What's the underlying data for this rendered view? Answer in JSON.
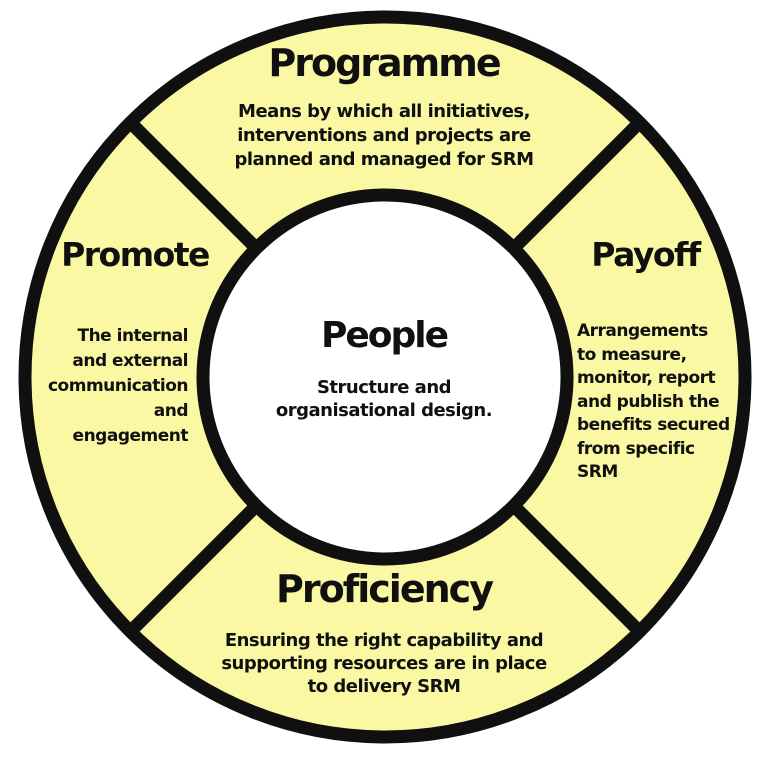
{
  "colors": {
    "segment_fill": "#FAF8A2",
    "center_fill": "#FFFFFF",
    "outline": "#101010",
    "background": "#FFFFFF",
    "text": "#101010"
  },
  "diagram": {
    "center": {
      "heading": "People",
      "lines": [
        "Structure and",
        "organisational design."
      ]
    },
    "segments": {
      "top": {
        "heading": "Programme",
        "lines": [
          "Means by which all initiatives,",
          "interventions and projects are",
          "planned and managed for SRM"
        ]
      },
      "right": {
        "heading": "Payoff",
        "lines": [
          "Arrangements",
          "to measure,",
          "monitor, report",
          "and publish the",
          "benefits secured",
          "from specific",
          "SRM"
        ]
      },
      "bottom": {
        "heading": "Proficiency",
        "lines": [
          "Ensuring the right capability and",
          "supporting resources are in place",
          "to delivery SRM"
        ]
      },
      "left": {
        "heading": "Promote",
        "lines": [
          "The internal",
          "and external",
          "communication",
          "and",
          "engagement"
        ]
      }
    }
  }
}
